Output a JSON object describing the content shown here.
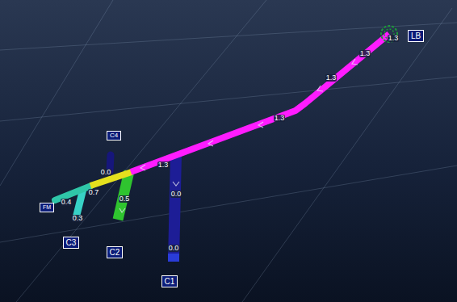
{
  "diagram": {
    "nodes": [
      {
        "text": [
          "LB"
        ]
      },
      {
        "text": [
          "C4"
        ]
      },
      {
        "text": [
          "FM"
        ]
      },
      {
        "text": [
          "C3"
        ]
      },
      {
        "text": [
          "C2"
        ]
      },
      {
        "text": [
          "C1"
        ]
      }
    ],
    "labels": [
      "1.3",
      "1.3",
      "1.3",
      "1.3",
      "1.3",
      "0.0",
      "0.7",
      "0.4",
      "0.3",
      "0.5",
      "0.0",
      "0.0"
    ]
  }
}
